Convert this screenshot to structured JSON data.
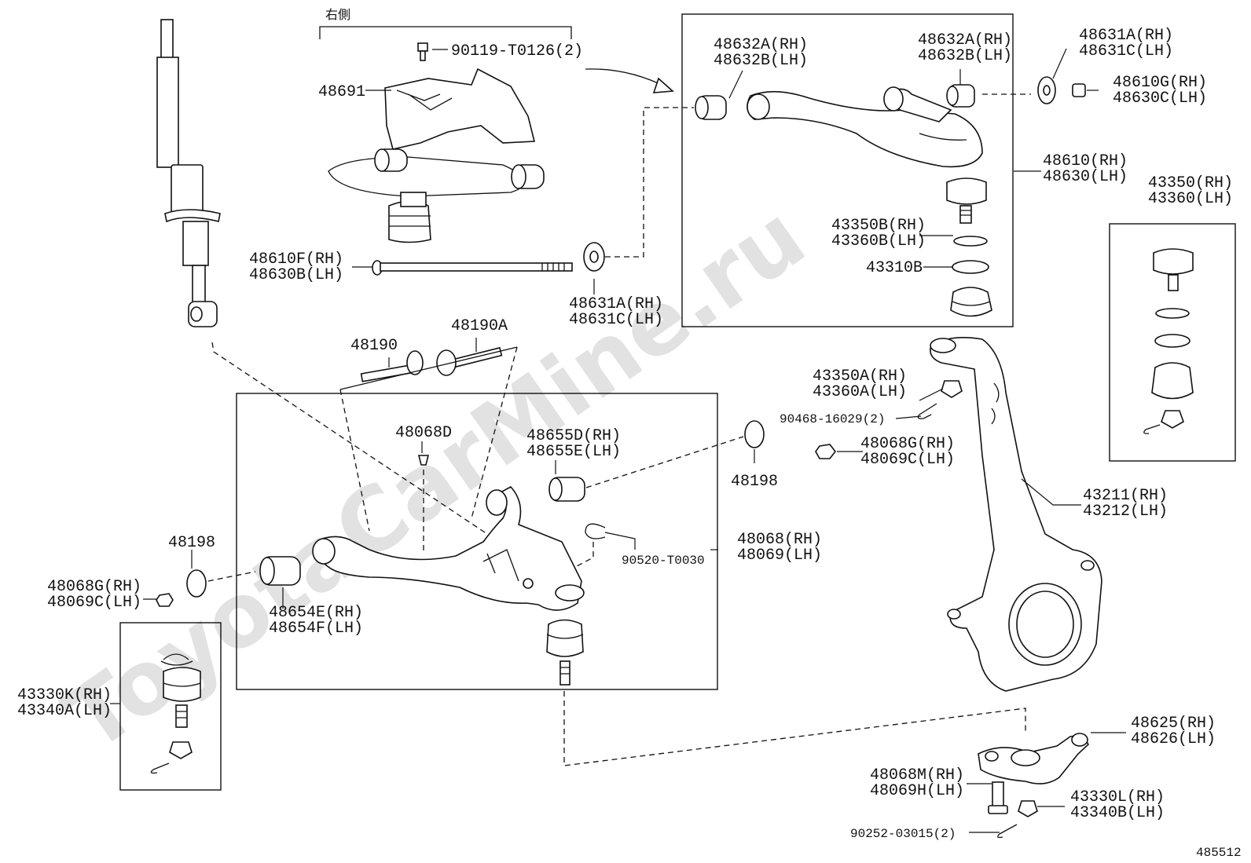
{
  "watermark": "ToyotaCarMine.ru",
  "header_note": "右側",
  "catalog_number": "485512",
  "labels": {
    "bolt_90119": "90119-T0126(2)",
    "p48691": "48691",
    "p48610F": "48610F(RH)",
    "p48630B": "48630B(LH)",
    "p48631A_a": "48631A(RH)",
    "p48631C_a": "48631C(LH)",
    "p48632A_a": "48632A(RH)",
    "p48632B_a": "48632B(LH)",
    "p48632A_b": "48632A(RH)",
    "p48632B_b": "48632B(LH)",
    "p48631A_b": "48631A(RH)",
    "p48631C_b": "48631C(LH)",
    "p48610G": "48610G(RH)",
    "p48630C": "48630C(LH)",
    "p48610": "48610(RH)",
    "p48630": "48630(LH)",
    "p43350B": "43350B(RH)",
    "p43360B": "43360B(LH)",
    "p43310B": "43310B",
    "p43350": "43350(RH)",
    "p43360": "43360(LH)",
    "p48190": "48190",
    "p48190A": "48190A",
    "p48068D": "48068D",
    "p48655D": "48655D(RH)",
    "p48655E": "48655E(LH)",
    "p48198_a": "48198",
    "p48198_b": "48198",
    "p48068G_a": "48068G(RH)",
    "p48069C_a": "48069C(LH)",
    "p48654E": "48654E(RH)",
    "p48654F": "48654F(LH)",
    "p90520": "90520-T0030",
    "p48068": "48068(RH)",
    "p48069": "48069(LH)",
    "p43350A": "43350A(RH)",
    "p43360A": "43360A(LH)",
    "p90468": "90468-16029(2)",
    "p48068G_b": "48068G(RH)",
    "p48069C_b": "48069C(LH)",
    "p43211": "43211(RH)",
    "p43212": "43212(LH)",
    "p43330K": "43330K(RH)",
    "p43340A": "43340A(LH)",
    "p48625": "48625(RH)",
    "p48626": "48626(LH)",
    "p48068M": "48068M(RH)",
    "p48069H": "48069H(LH)",
    "p43330L": "43330L(RH)",
    "p43340B": "43340B(LH)",
    "p90252": "90252-03015(2)"
  }
}
